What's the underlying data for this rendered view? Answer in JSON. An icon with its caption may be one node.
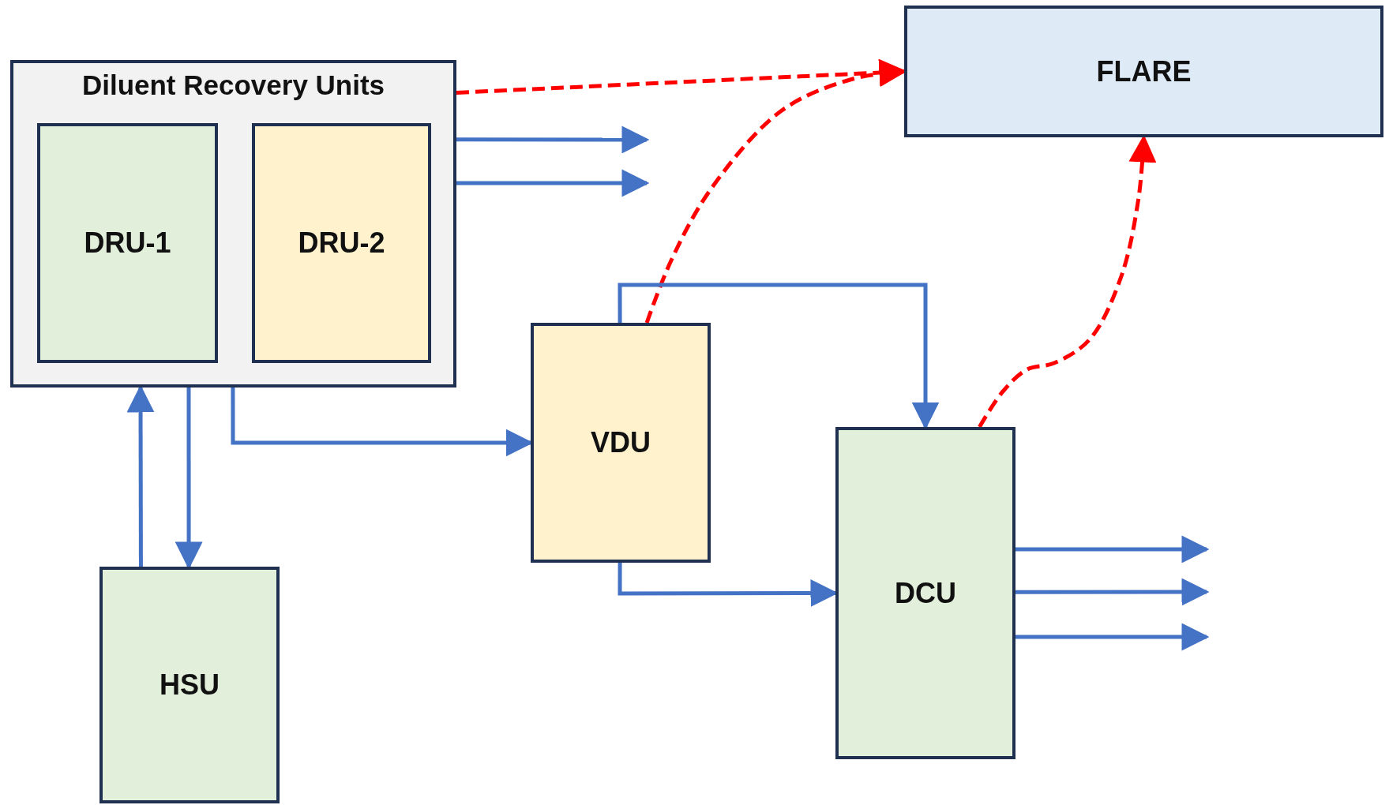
{
  "diagram": {
    "nodes": [
      {
        "text": [
          "Diluent Recovery Units"
        ]
      },
      {
        "text": [
          "DRU-1"
        ],
        "in": 0
      },
      {
        "text": [
          "DRU-2"
        ],
        "in": 0
      },
      {
        "text": [
          "FLARE"
        ]
      },
      {
        "text": [
          "VDU"
        ]
      },
      {
        "text": [
          "DCU"
        ]
      },
      {
        "text": [
          "HSU"
        ]
      }
    ],
    "edges": [
      {
        "from": 0,
        "to": 3,
        "arrow": "to",
        "style": "dashed",
        "color": "#ff0000"
      },
      {
        "from": 0,
        "to": null,
        "arrow": "to"
      },
      {
        "from": 0,
        "to": null,
        "arrow": "to"
      },
      {
        "from": 6,
        "to": 0,
        "arrow": "to"
      },
      {
        "from": 0,
        "to": 6,
        "arrow": "to"
      },
      {
        "from": 0,
        "to": 4,
        "arrow": "to"
      },
      {
        "from": 4,
        "to": 3,
        "arrow": "to",
        "style": "dashed",
        "color": "#ff0000"
      },
      {
        "from": 4,
        "to": 5,
        "arrow": "to"
      },
      {
        "from": 4,
        "to": 5,
        "arrow": "to"
      },
      {
        "from": 5,
        "to": 3,
        "arrow": "to",
        "style": "dashed",
        "color": "#ff0000"
      },
      {
        "from": 5,
        "to": null,
        "arrow": "to"
      },
      {
        "from": 5,
        "to": null,
        "arrow": "to"
      },
      {
        "from": 5,
        "to": null,
        "arrow": "to"
      }
    ]
  }
}
